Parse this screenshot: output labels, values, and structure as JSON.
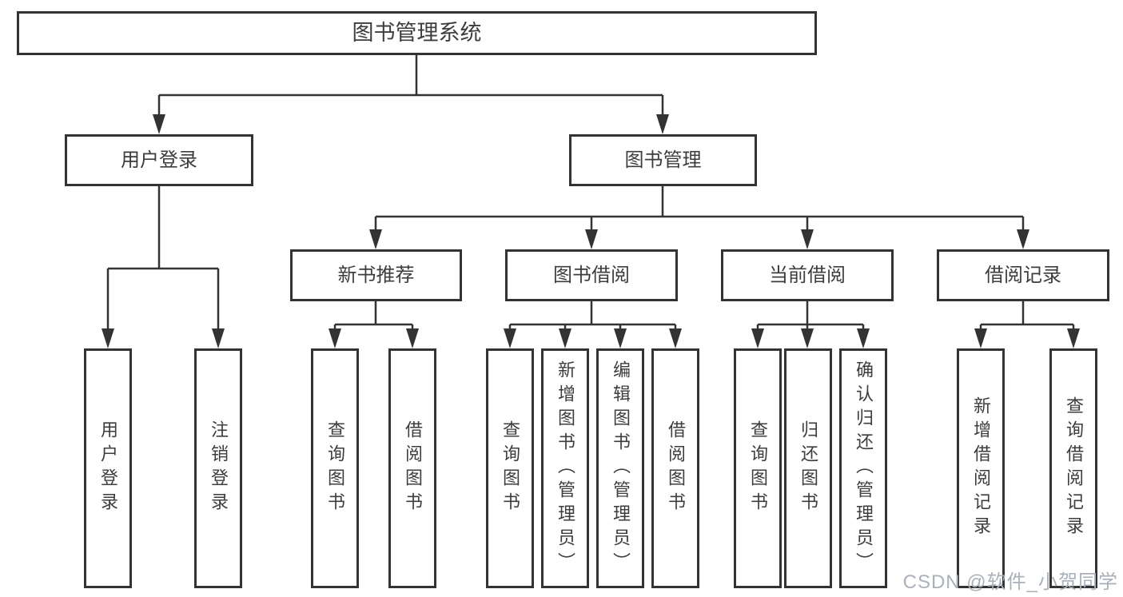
{
  "diagram_title": "图书管理系统",
  "tree": {
    "label": "图书管理系统",
    "children": [
      {
        "label": "用户登录",
        "children": [
          {
            "label": "用户登录"
          },
          {
            "label": "注销登录"
          }
        ]
      },
      {
        "label": "图书管理",
        "children": [
          {
            "label": "新书推荐",
            "children": [
              {
                "label": "查询图书"
              },
              {
                "label": "借阅图书"
              }
            ]
          },
          {
            "label": "图书借阅",
            "children": [
              {
                "label": "查询图书"
              },
              {
                "label": "新增图书（管理员）"
              },
              {
                "label": "编辑图书（管理员）"
              },
              {
                "label": "借阅图书"
              }
            ]
          },
          {
            "label": "当前借阅",
            "children": [
              {
                "label": "查询图书"
              },
              {
                "label": "归还图书"
              },
              {
                "label": "确认归还（管理员）"
              }
            ]
          },
          {
            "label": "借阅记录",
            "children": [
              {
                "label": "新增借阅记录"
              },
              {
                "label": "查询借阅记录"
              }
            ]
          }
        ]
      }
    ]
  },
  "watermark": {
    "text": "CSDN @软件_小贺同学"
  },
  "colors": {
    "line": "#333333",
    "text": "#3d3d3d",
    "background": "#ffffff",
    "watermark": "#aab0b9"
  }
}
